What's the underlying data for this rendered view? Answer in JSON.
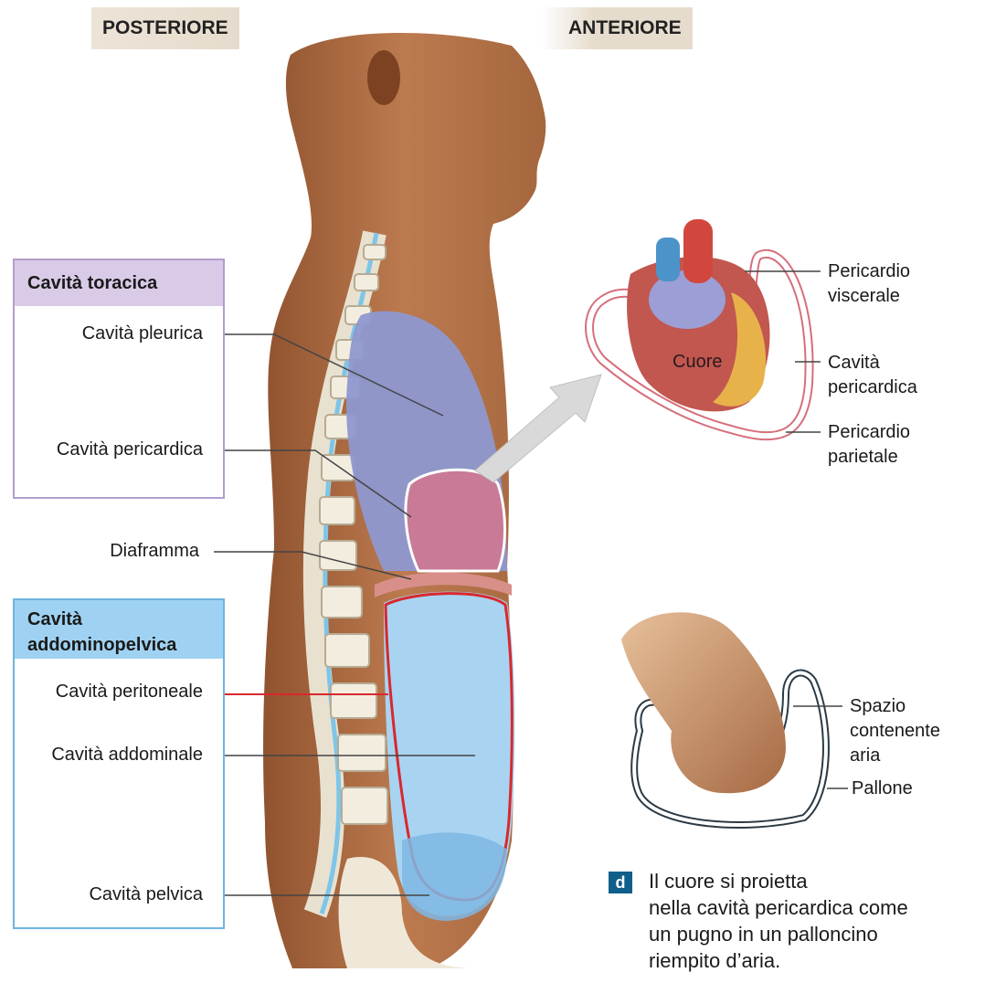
{
  "orientation": {
    "posterior": "POSTERIORE",
    "anterior": "ANTERIORE"
  },
  "thoracic_box": {
    "title": "Cavità toracica",
    "labels": [
      "Cavità pleurica",
      "Cavità pericardica"
    ]
  },
  "diaphragm_label": "Diaframma",
  "abdominopelvic_box": {
    "title_line1": "Cavità",
    "title_line2": "addominopelvica",
    "labels": [
      "Cavità peritoneale",
      "Cavità addominale",
      "Cavità pelvica"
    ]
  },
  "heart_detail": {
    "heart_label": "Cuore",
    "visceral": [
      "Pericardio",
      "viscerale"
    ],
    "cavity": [
      "Cavità",
      "pericardica"
    ],
    "parietal": [
      "Pericardio",
      "parietale"
    ]
  },
  "fist_detail": {
    "space": [
      "Spazio",
      "contenente",
      "aria"
    ],
    "balloon": "Pallone"
  },
  "caption": {
    "letter": "d",
    "lines": [
      "Il cuore si proietta",
      "nella cavità pericardica come",
      "un pugno in un palloncino",
      "riempito d’aria."
    ]
  },
  "colors": {
    "thoracic_accent": "#b49ccd",
    "abdominal_accent": "#6fb4e0",
    "peritoneal_line": "#d8282f",
    "skin": "#b06a3c",
    "pleural_fill": "#8e98cf",
    "pericardial_fill": "#c97a96",
    "abdominal_fill": "#a9d4f1"
  }
}
